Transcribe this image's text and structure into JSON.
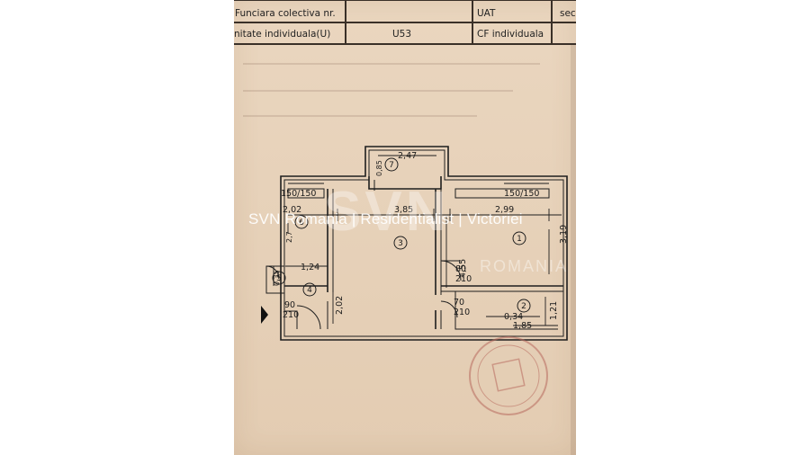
{
  "header": {
    "row1_left": "Funciara colectiva nr.",
    "row1_mid": "UAT",
    "row1_right": "sec",
    "row2_left": "nitate individuala(U)",
    "row2_value": "U53",
    "row2_mid": "CF individuala"
  },
  "plan": {
    "dims": {
      "d247": "2,47",
      "d085": "0,85",
      "d150a": "150/150",
      "d150b": "150/150",
      "d202a": "2,02",
      "d385": "3,85",
      "d299": "2,99",
      "d319": "3,19",
      "d455": "4,55",
      "d124": "1,24",
      "d035": "0,35",
      "d80": "80",
      "d210a": "210",
      "d70": "70",
      "d210b": "210",
      "d034": "0,34",
      "d121": "1,21",
      "d185": "1,85",
      "d90": "90",
      "d210c": "210",
      "d202b": "2,02",
      "d27": "2,7"
    },
    "rooms": [
      "1",
      "2",
      "3",
      "4",
      "5",
      "6",
      "7"
    ]
  },
  "watermark": {
    "text": "SVN Romania | Residentialist | Victoriei",
    "logo": "SVN",
    "sub": "ROMANIA"
  }
}
